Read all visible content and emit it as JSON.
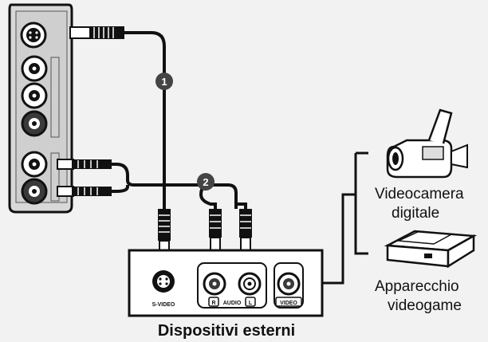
{
  "steps": {
    "step1": "1",
    "step2": "2"
  },
  "external_panel": {
    "svideo_label": "S-VIDEO",
    "audio_r": "R",
    "audio_label": "AUDIO",
    "audio_l": "L",
    "video_label": "VIDEO"
  },
  "devices": {
    "camcorder_line1": "Videocamera",
    "camcorder_line2": "digitale",
    "console_line1": "Apparecchio",
    "console_line2": "videogame"
  },
  "caption": "Dispositivi esterni",
  "colors": {
    "background": "#f2f2f2",
    "ink": "#111111",
    "panel": "#dcdcdc",
    "badge": "#444444"
  }
}
